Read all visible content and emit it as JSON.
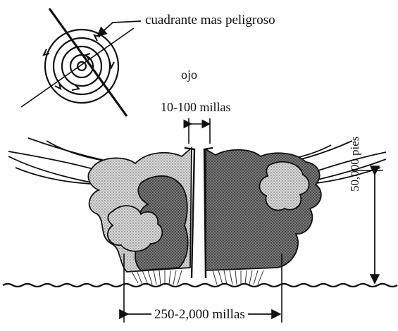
{
  "labels": {
    "quadrant": "cuadrante mas peligroso",
    "eye": "ojo",
    "eye_width": "10-100 millas",
    "height": "50,000 pies",
    "storm_width": "250-2,000 millas"
  },
  "colors": {
    "ink": "#111111",
    "cloud_light": "#cfcfcf",
    "cloud_dark": "#5a5a5a",
    "background": "#ffffff"
  }
}
